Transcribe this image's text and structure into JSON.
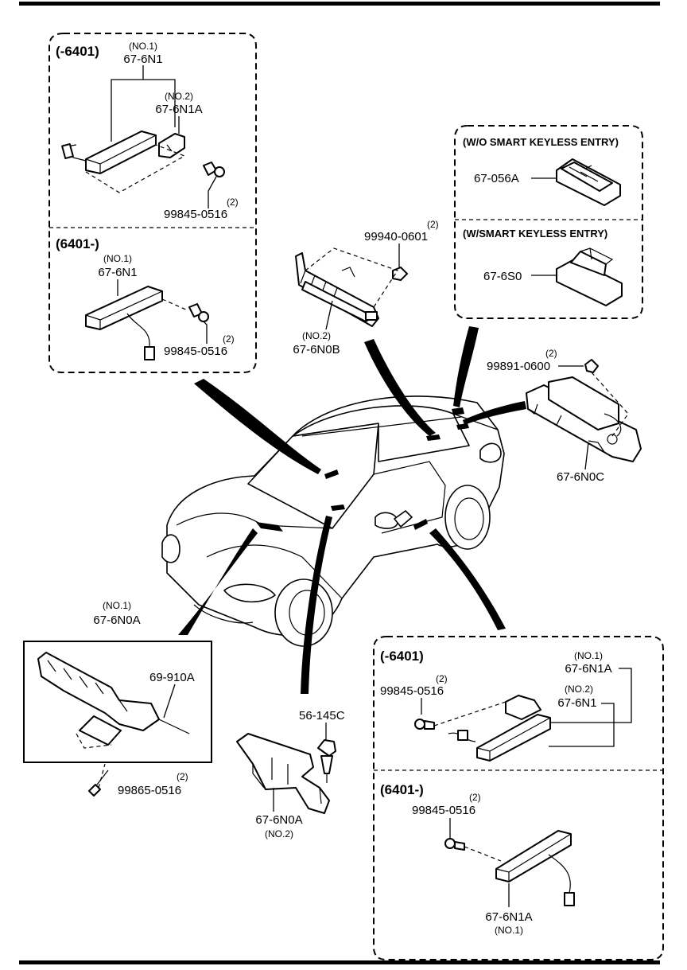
{
  "diagram": {
    "upper_left_box": {
      "section1": {
        "range": "(-6401)",
        "no1": "(NO.1)",
        "part1": "67-6N1",
        "no2": "(NO.2)",
        "part2": "67-6N1A",
        "qty": "(2)",
        "bolt": "99845-0516"
      },
      "section2": {
        "range": "(6401-)",
        "no1": "(NO.1)",
        "part1": "67-6N1",
        "qty": "(2)",
        "bolt": "99845-0516"
      }
    },
    "center_top": {
      "qty": "(2)",
      "nut": "99940-0601",
      "no": "(NO.2)",
      "part": "67-6N0B"
    },
    "upper_right_box": {
      "section1_title": "(W/O SMART KEYLESS ENTRY)",
      "part1": "67-056A",
      "section2_title": "(W/SMART KEYLESS ENTRY)",
      "part2": "67-6S0"
    },
    "right_middle": {
      "qty": "(2)",
      "nut": "99891-0600",
      "part": "67-6N0C"
    },
    "lower_left_box": {
      "no": "(NO.1)",
      "part": "67-6N0A",
      "harness": "69-910A",
      "qty": "(2)",
      "screw": "99865-0516"
    },
    "center_bottom": {
      "clip": "56-145C",
      "part": "67-6N0A",
      "no": "(NO.2)"
    },
    "lower_right_box": {
      "section1": {
        "range": "(-6401)",
        "qty": "(2)",
        "bolt": "99845-0516",
        "no1": "(NO.1)",
        "part1": "67-6N1A",
        "no2": "(NO.2)",
        "part2": "67-6N1"
      },
      "section2": {
        "range": "(6401-)",
        "qty": "(2)",
        "bolt": "99845-0516",
        "part": "67-6N1A",
        "no1": "(NO.1)"
      }
    }
  }
}
